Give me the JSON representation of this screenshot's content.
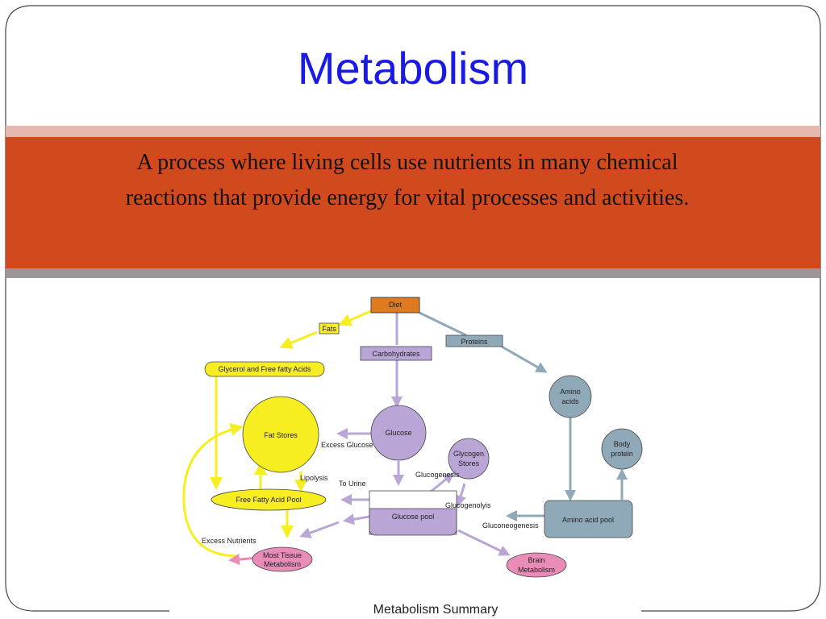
{
  "slide": {
    "title": "Metabolism",
    "subtitle": "A process where living cells use nutrients in many chemical reactions that provide energy for vital processes and activities.",
    "caption": "Metabolism Summary"
  },
  "colors": {
    "title_blue": "#1a1ae6",
    "band_orange": "#d14a1e",
    "band_pink": "#e6b8b0",
    "band_gray": "#9c9696",
    "diet_orange": "#e07a1e",
    "fat_yellow": "#f7ee22",
    "carb_purple": "#b9a6d6",
    "protein_blue": "#8fa9b8",
    "tissue_pink": "#e98cb8"
  },
  "diagram": {
    "diet": "Diet",
    "fats": "Fats",
    "carbohydrates": "Carbohydrates",
    "proteins": "Proteins",
    "glycerol": "Glycerol and Free fatty Acids",
    "amino_acids_1": "Amino",
    "amino_acids_2": "acids",
    "fat_stores": "Fat Stores",
    "glucose": "Glucose",
    "excess_glucose": "Excess Glucose",
    "glycogen_1": "Glycogen",
    "glycogen_2": "Stores",
    "body_protein_1": "Body",
    "body_protein_2": "protein",
    "lipolysis": "Lipolysis",
    "to_urine": "To Urine",
    "glucogenesis": "Glucogenesis",
    "glucogenolysis": "Glucogenolyis",
    "free_fatty_acid_pool": "Free Fatty Acid Pool",
    "glucose_pool": "Glucose pool",
    "gluconeogenesis": "Gluconeogenesis",
    "amino_acid_pool": "Amino acid pool",
    "excess_nutrients": "Excess Nutrients",
    "most_tissue_1": "Most Tissue",
    "most_tissue_2": "Metabolism",
    "brain_1": "Brain",
    "brain_2": "Metabolism"
  }
}
